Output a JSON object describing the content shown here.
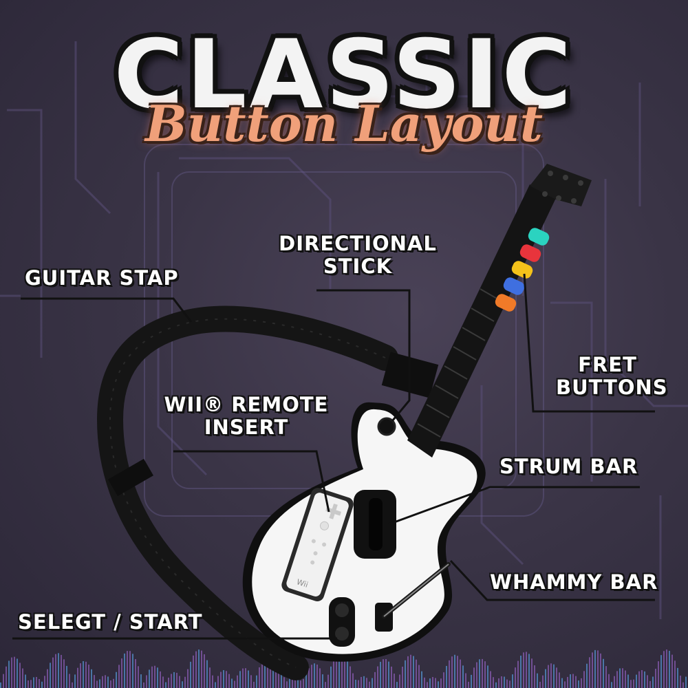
{
  "title": {
    "main": "CLASSIC",
    "sub": "Button Layout"
  },
  "callouts": {
    "directional_stick": {
      "line1": "DIRECTIONAL",
      "line2": "STICK"
    },
    "guitar_strap": "GUITAR STAP",
    "fret_buttons": {
      "line1": "FRET",
      "line2": "BUTTONS"
    },
    "wii_remote": {
      "line1": "WII® REMOTE",
      "line2": "INSERT"
    },
    "strum_bar": "STRUM BAR",
    "whammy_bar": "WHAMMY BAR",
    "select_start": "SELEGT / START"
  },
  "wii_logo": "Wii",
  "colors": {
    "background": "#3a3446",
    "fret_green": "#2bd3c0",
    "fret_red": "#e8343c",
    "fret_yellow": "#f4c21a",
    "fret_blue": "#3f6fe0",
    "fret_orange": "#f07a28",
    "title_sub": "#f0a07a"
  }
}
